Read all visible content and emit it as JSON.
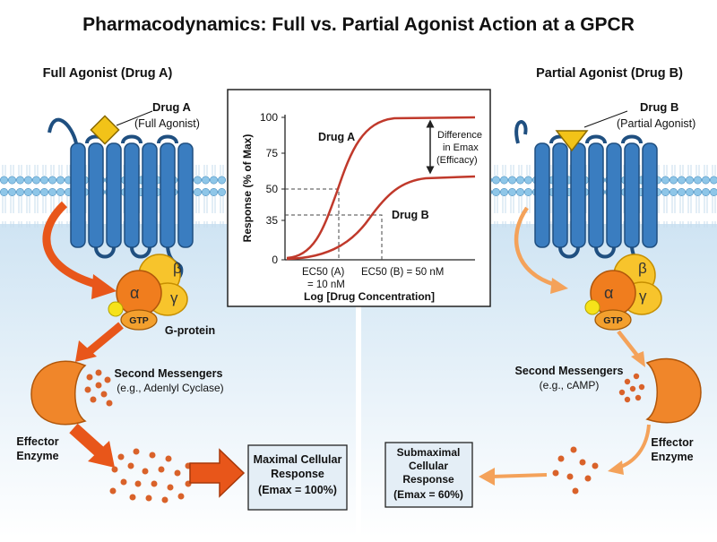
{
  "title": "Pharmacodynamics: Full vs. Partial Agonist Action at a GPCR",
  "left": {
    "heading": "Full Agonist (Drug A)",
    "drug_name": "Drug A",
    "drug_note": "(Full Agonist)",
    "alpha": "α",
    "beta": "β",
    "gamma": "γ",
    "gtp": "GTP",
    "gprotein_label": "G-protein",
    "messengers_line1": "Second Messengers",
    "messengers_line2": "(e.g., Adenlyl Cyclase)",
    "effector_line1": "Effector",
    "effector_line2": "Enzyme",
    "response_line1": "Maximal Cellular",
    "response_line2": "Response",
    "response_line3": "(Emax = 100%)"
  },
  "right": {
    "heading": "Partial Agonist (Drug B)",
    "drug_name": "Drug B",
    "drug_note": "(Partial Agonist)",
    "alpha": "α",
    "beta": "β",
    "gamma": "γ",
    "gtp": "GTP",
    "messengers_line1": "Second Messengers",
    "messengers_line2": "(e.g., cAMP)",
    "effector_line1": "Effector",
    "effector_line2": "Enzyme",
    "response_line1": "Submaximal",
    "response_line2": "Cellular",
    "response_line3": "Response",
    "response_line4": "(Emax = 60%)"
  },
  "chart": {
    "ylabel": "Response (% of Max)",
    "xlabel": "Log [Drug Concentration]",
    "y_ticks": [
      "100",
      "75",
      "50",
      "35",
      "0"
    ],
    "curve_a_label": "Drug A",
    "curve_b_label": "Drug B",
    "ec50_a_line1": "EC50 (A)",
    "ec50_a_line2": "= 10 nM",
    "ec50_b": "EC50 (B) = 50 nM",
    "emax_line1": "Difference",
    "emax_line2": "in Emax",
    "emax_line3": "(Efficacy)"
  },
  "chart_data": {
    "type": "line",
    "xlabel": "Log [Drug Concentration]",
    "ylabel": "Response (% of Max)",
    "ylim": [
      0,
      100
    ],
    "y_ticks": [
      0,
      35,
      50,
      75,
      100
    ],
    "series": [
      {
        "name": "Drug A",
        "emax": 100,
        "ec50_nM": 10
      },
      {
        "name": "Drug B",
        "emax": 60,
        "ec50_nM": 50
      }
    ]
  },
  "colors": {
    "receptor": "#3a7dc0",
    "receptor_dark": "#1f4f80",
    "membrane_head": "#8ec6e8",
    "alpha": "#f07d1e",
    "beta_gamma": "#f7c42c",
    "enzyme": "#f0862a",
    "dots": "#d9622a",
    "arrow_left": "#e8561a",
    "arrow_right": "#f4a25a",
    "curve": "#c0392b",
    "response_box": "#e4eef6"
  }
}
